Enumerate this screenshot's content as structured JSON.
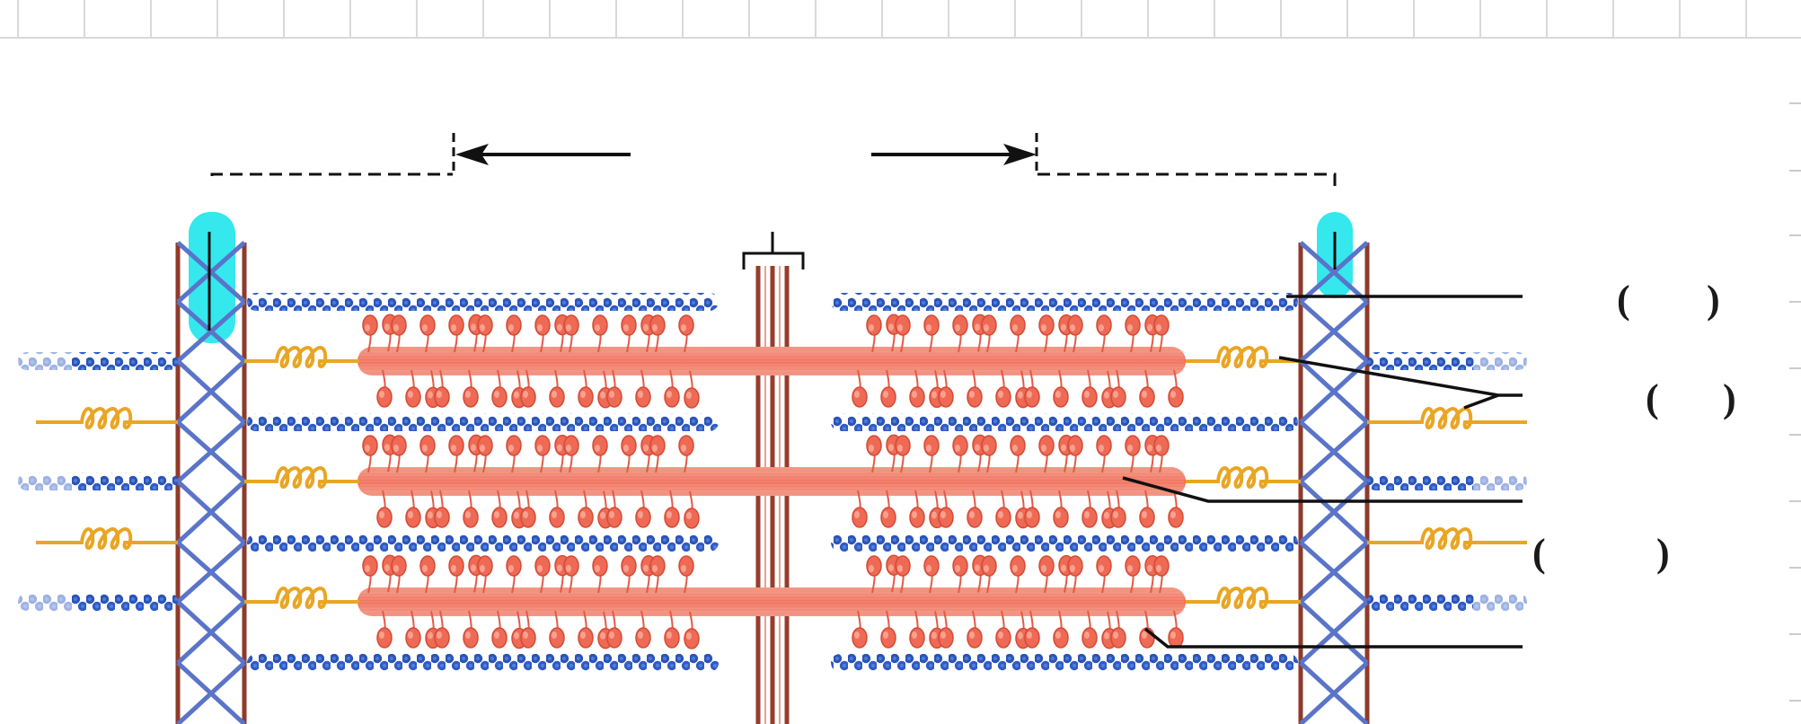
{
  "diagram": {
    "description_visible_text": "none",
    "labels": [
      {
        "id": "label-1",
        "open": "(",
        "close": ")"
      },
      {
        "id": "label-2",
        "open": "(",
        "close": ")"
      },
      {
        "id": "label-3",
        "open": "(",
        "close": ")"
      }
    ],
    "colors": {
      "actin": "#2b54b8",
      "actin_light": "#4f7ad8",
      "myosin": "#ee6a55",
      "myosin_light": "#f9a08e",
      "titin": "#e9a524",
      "zdisc": "#5a74c8",
      "mline": "#8f3a2b",
      "highlight": "#34e8ee",
      "leader": "#111111",
      "grid": "#d9d9d9"
    }
  }
}
